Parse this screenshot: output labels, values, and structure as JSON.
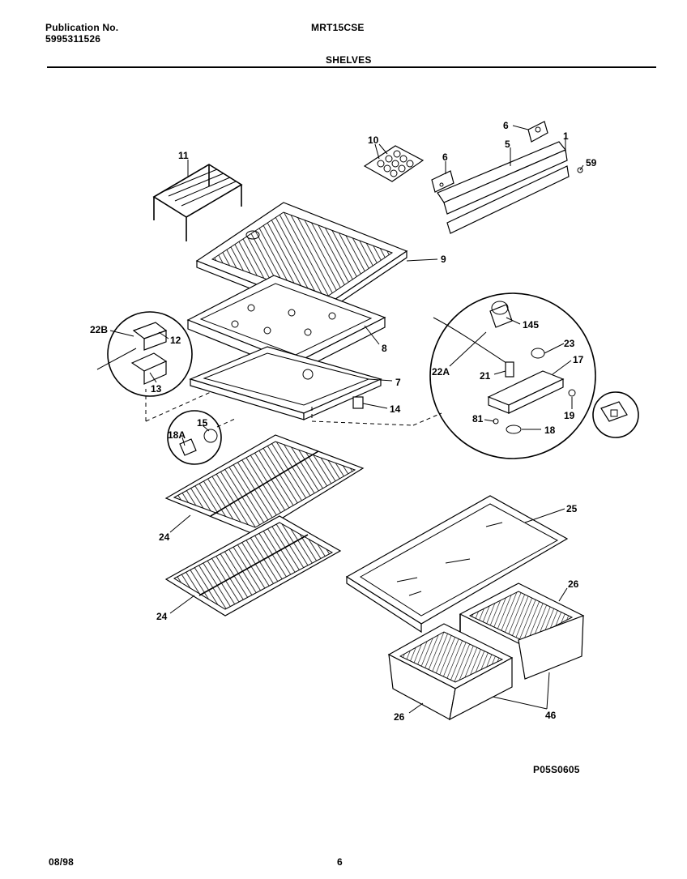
{
  "header": {
    "publication_label": "Publication No.",
    "publication_number": "5995311526",
    "model": "MRT15CSE",
    "section": "SHELVES"
  },
  "footer": {
    "date": "08/98",
    "page": "6",
    "figure_code": "P05S0605"
  },
  "callouts": {
    "c1": "1",
    "c5": "5",
    "c6a": "6",
    "c6b": "6",
    "c59": "59",
    "c10": "10",
    "c11": "11",
    "c9": "9",
    "c8": "8",
    "c7": "7",
    "c14": "14",
    "c22B": "22B",
    "c12": "12",
    "c13": "13",
    "c145": "145",
    "c23": "23",
    "c17": "17",
    "c22A": "22A",
    "c21": "21",
    "c19": "19",
    "c81": "81",
    "c18": "18",
    "c15": "15",
    "c18A": "18A",
    "c24a": "24",
    "c24b": "24",
    "c25": "25",
    "c26a": "26",
    "c26b": "26",
    "c46": "46"
  }
}
